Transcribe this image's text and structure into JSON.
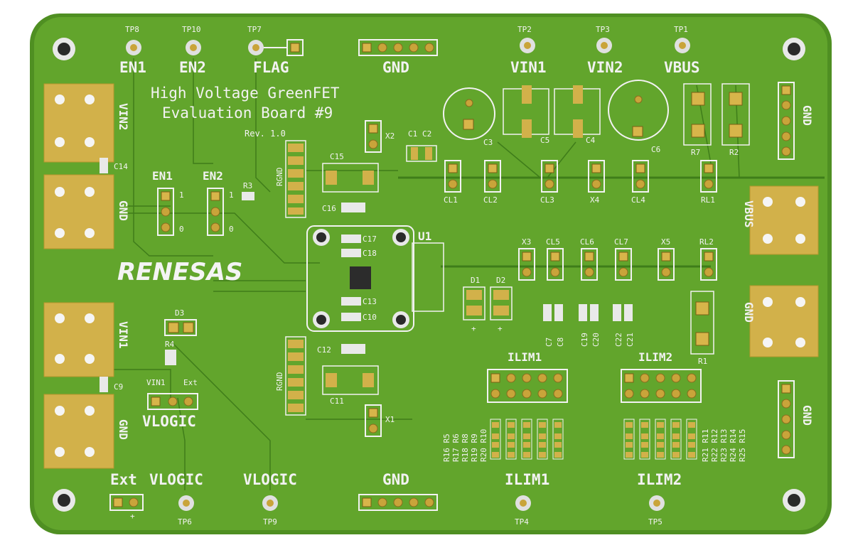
{
  "title_lines": [
    "High Voltage GreenFET",
    "Evaluation Board #9"
  ],
  "revision": "Rev. 1.0",
  "logo_text": "RENESAS",
  "test_points_top": [
    {
      "tp": "TP8",
      "name": "EN1"
    },
    {
      "tp": "TP10",
      "name": "EN2"
    },
    {
      "tp": "TP7",
      "name": "FLAG"
    },
    {
      "tp": "TP2",
      "name": "VIN1"
    },
    {
      "tp": "TP3",
      "name": "VIN2"
    },
    {
      "tp": "TP1",
      "name": "VBUS"
    }
  ],
  "test_points_bottom": [
    {
      "tp": "TP6",
      "name": "VLOGIC"
    },
    {
      "tp": "TP9",
      "name": "VLOGIC"
    },
    {
      "tp": "TP4",
      "name": "ILIM1"
    },
    {
      "tp": "TP5",
      "name": "ILIM2"
    }
  ],
  "gnd_label": "GND",
  "connectors_left": [
    "VIN2",
    "GND",
    "VIN1",
    "GND"
  ],
  "connectors_right": [
    "VBUS",
    "GND"
  ],
  "jumpers": {
    "en1": "EN1",
    "en2": "EN2",
    "one": "1",
    "zero": "0",
    "vlogic": "VLOGIC",
    "vin1": "VIN1",
    "ext": "Ext",
    "ext_bottom": "Ext",
    "plus": "+"
  },
  "headers": {
    "ilim1": "ILIM1",
    "ilim2": "ILIM2"
  },
  "designators": {
    "C1": "C1",
    "C2": "C2",
    "C3": "C3",
    "C4": "C4",
    "C5": "C5",
    "C6": "C6",
    "C7": "C7",
    "C8": "C8",
    "C9": "C9",
    "C10": "C10",
    "C11": "C11",
    "C12": "C12",
    "C13": "C13",
    "C14": "C14",
    "C15": "C15",
    "C16": "C16",
    "C17": "C17",
    "C18": "C18",
    "C19": "C19",
    "C20": "C20",
    "C21": "C21",
    "C22": "C22",
    "CL1": "CL1",
    "CL2": "CL2",
    "CL3": "CL3",
    "CL4": "CL4",
    "CL5": "CL5",
    "CL6": "CL6",
    "CL7": "CL7",
    "X1": "X1",
    "X2": "X2",
    "X3": "X3",
    "X4": "X4",
    "X5": "X5",
    "RL1": "RL1",
    "RL2": "RL2",
    "R1": "R1",
    "R2": "R2",
    "R3": "R3",
    "R4": "R4",
    "R7": "R7",
    "D1": "D1",
    "D2": "D2",
    "D3": "D3",
    "U1": "U1",
    "RGND": "RGND",
    "ilim1_res_a": "R16 R5",
    "ilim1_res_b": "R17 R6",
    "ilim1_res_c": "R18 R8",
    "ilim1_res_d": "R19 R9",
    "ilim1_res_e": "R20 R10",
    "ilim2_res_a": "R21 R11",
    "ilim2_res_b": "R22 R12",
    "ilim2_res_c": "R23 R13",
    "ilim2_res_d": "R24 R14",
    "ilim2_res_e": "R25 R15"
  },
  "colors": {
    "board": "#62a52c",
    "edge": "#4f8f22",
    "silk": "#f2f2f2",
    "pad": "#c9a43a"
  }
}
